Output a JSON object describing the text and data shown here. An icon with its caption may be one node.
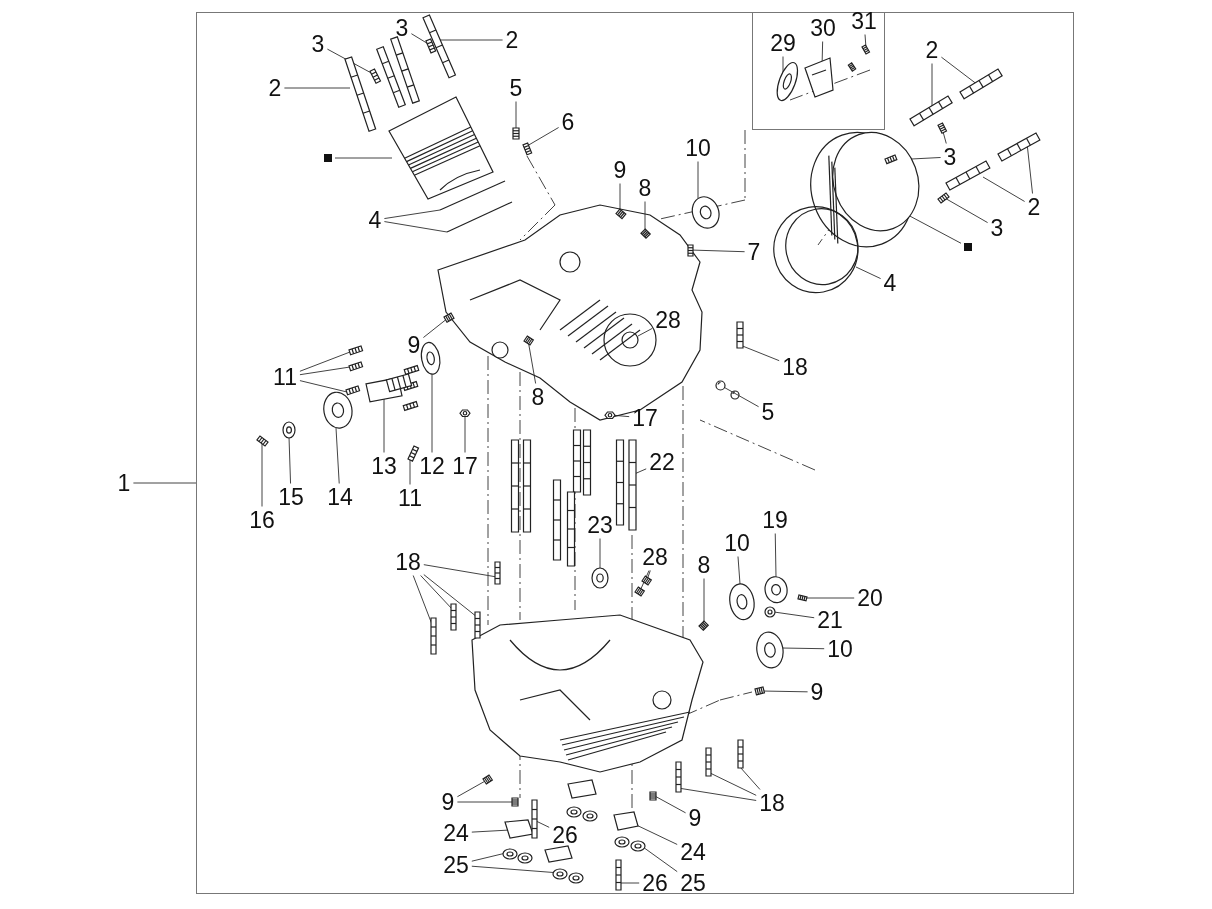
{
  "diagram": {
    "nodes": [
      {
        "text": [],
        "shape": "box"
      },
      {
        "text": [],
        "shape": "box",
        "in": 0
      },
      {
        "text": [],
        "shape": "picture",
        "in": 0
      },
      {
        "text": [],
        "shape": "picture",
        "in": 0
      },
      {
        "text": [
          "3"
        ],
        "in": 0
      },
      {
        "text": [
          "2"
        ],
        "in": 0
      },
      {
        "text": [
          "29"
        ],
        "in": 1
      },
      {
        "text": [
          "30"
        ],
        "in": 1
      },
      {
        "text": [
          "31"
        ],
        "in": 1
      },
      {
        "text": [
          "2"
        ],
        "in": 0
      },
      {
        "text": [
          "2"
        ],
        "in": 0
      },
      {
        "text": [
          "5"
        ],
        "in": 0
      },
      {
        "text": [
          "6"
        ],
        "in": 0
      },
      {
        "text": [
          "10"
        ],
        "in": 0
      },
      {
        "text": [],
        "shape": "square",
        "in": 0
      },
      {
        "text": [
          "3"
        ],
        "in": 0
      },
      {
        "text": [
          "9"
        ],
        "in": 0
      },
      {
        "text": [
          "8"
        ],
        "in": 0
      },
      {
        "text": [
          "2"
        ],
        "in": 0
      },
      {
        "text": [
          "4"
        ],
        "in": 0
      },
      {
        "text": [
          "3"
        ],
        "in": 0
      },
      {
        "text": [],
        "shape": "square",
        "in": 0
      },
      {
        "text": [
          "7"
        ],
        "in": 0
      },
      {
        "text": [
          "4"
        ],
        "in": 0
      },
      {
        "text": [
          "28"
        ],
        "in": 2
      },
      {
        "text": [
          "9"
        ],
        "in": 0
      },
      {
        "text": [
          "18"
        ],
        "in": 0
      },
      {
        "text": [
          "11"
        ],
        "in": 0
      },
      {
        "text": [
          "8"
        ],
        "in": 2
      },
      {
        "text": [
          "5"
        ],
        "in": 0
      },
      {
        "text": [
          "17"
        ],
        "in": 0
      },
      {
        "text": [
          "22"
        ],
        "in": 0
      },
      {
        "text": [
          "13"
        ],
        "in": 0
      },
      {
        "text": [
          "12"
        ],
        "in": 0
      },
      {
        "text": [
          "17"
        ],
        "in": 0
      },
      {
        "text": [
          "14"
        ],
        "in": 0
      },
      {
        "text": [
          "15"
        ],
        "in": 0
      },
      {
        "text": [
          "11"
        ],
        "in": 0
      },
      {
        "text": [
          "16"
        ],
        "in": 0
      },
      {
        "text": [
          "19"
        ],
        "in": 0
      },
      {
        "text": [
          "23"
        ],
        "in": 0
      },
      {
        "text": [
          "10"
        ],
        "in": 0
      },
      {
        "text": [
          "28"
        ],
        "in": 0
      },
      {
        "text": [
          "18"
        ],
        "in": 0
      },
      {
        "text": [
          "8"
        ],
        "in": 0
      },
      {
        "text": [
          "20"
        ],
        "in": 0
      },
      {
        "text": [
          "21"
        ],
        "in": 0
      },
      {
        "text": [
          "10"
        ],
        "in": 0
      },
      {
        "text": [
          "9"
        ],
        "in": 0
      },
      {
        "text": [
          "18"
        ],
        "in": 0
      },
      {
        "text": [
          "9"
        ],
        "in": 0
      },
      {
        "text": [
          "9"
        ],
        "in": 0
      },
      {
        "text": [
          "24"
        ],
        "in": 0
      },
      {
        "text": [
          "26"
        ],
        "in": 0
      },
      {
        "text": [
          "24"
        ],
        "in": 0
      },
      {
        "text": [
          "25"
        ],
        "in": 0
      },
      {
        "text": [
          "26"
        ],
        "in": 0
      },
      {
        "text": [
          "25"
        ],
        "in": 0
      },
      {
        "text": [],
        "shape": "picture",
        "in": 0
      },
      {
        "text": [],
        "shape": "picture",
        "in": 0
      },
      {
        "text": [],
        "shape": "picture",
        "in": 0
      },
      {
        "text": [],
        "shape": "picture",
        "in": 1
      },
      {
        "text": [],
        "shape": "picture",
        "in": 1
      },
      {
        "text": [],
        "shape": "picture",
        "in": 1
      },
      {
        "text": [],
        "shape": "picture",
        "in": 0
      },
      {
        "text": [],
        "shape": "picture",
        "in": 0
      },
      {
        "text": [],
        "shape": "picture",
        "in": 0
      },
      {
        "text": [],
        "shape": "picture",
        "in": 0
      },
      {
        "text": [],
        "shape": "picture",
        "in": 0
      },
      {
        "text": [],
        "shape": "picture",
        "in": 0
      },
      {
        "text": [],
        "shape": "picture",
        "in": 0
      },
      {
        "text": [],
        "shape": "picture",
        "in": 3
      },
      {
        "text": [],
        "shape": "picture",
        "in": 0
      },
      {
        "text": [],
        "shape": "picture",
        "in": 2
      },
      {
        "text": [],
        "shape": "picture",
        "in": 2
      },
      {
        "text": [],
        "shape": "picture",
        "in": 0
      },
      {
        "text": [],
        "shape": "picture",
        "in": 0
      },
      {
        "text": [],
        "shape": "picture",
        "in": 0
      },
      {
        "text": [],
        "shape": "picture",
        "in": 0
      },
      {
        "text": [],
        "shape": "picture",
        "in": 0
      },
      {
        "text": [
          "3"
        ],
        "in": 0
      },
      {
        "text": [],
        "shape": "picture",
        "in": 2
      },
      {
        "text": [],
        "shape": "picture",
        "in": 0
      },
      {
        "text": [
          "1"
        ]
      },
      {
        "text": [],
        "shape": "picture",
        "in": 2
      },
      {
        "text": [],
        "shape": "picture",
        "in": 0
      },
      {
        "text": [],
        "shape": "picture",
        "in": 0
      },
      {
        "text": [],
        "shape": "picture",
        "in": 0
      },
      {
        "text": [],
        "shape": "picture",
        "in": 0
      },
      {
        "text": [],
        "shape": "picture",
        "in": 2
      },
      {
        "text": [],
        "shape": "picture",
        "in": 0
      },
      {
        "text": [],
        "shape": "picture",
        "in": 2
      },
      {
        "text": [],
        "shape": "picture",
        "in": 0
      },
      {
        "text": [],
        "shape": "picture",
        "in": 0
      },
      {
        "text": [],
        "shape": "picture",
        "in": 0
      },
      {
        "text": [],
        "shape": "picture",
        "in": 0
      },
      {
        "text": [],
        "shape": "picture",
        "in": 0
      },
      {
        "text": [],
        "shape": "picture",
        "in": 0
      },
      {
        "text": [],
        "shape": "picture",
        "in": 0
      },
      {
        "text": [],
        "shape": "picture",
        "in": 0
      },
      {
        "text": [],
        "shape": "picture",
        "in": 0
      },
      {
        "text": [],
        "shape": "picture",
        "in": 0
      },
      {
        "text": [],
        "shape": "picture",
        "in": 0
      },
      {
        "text": [],
        "shape": "picture",
        "in": 0
      },
      {
        "text": [],
        "shape": "picture",
        "in": 0
      },
      {
        "text": [],
        "shape": "picture",
        "in": 0
      },
      {
        "text": [],
        "shape": "picture",
        "in": 0
      },
      {
        "text": [],
        "shape": "picture",
        "in": 0
      },
      {
        "text": [],
        "shape": "picture",
        "in": 0
      },
      {
        "text": [],
        "shape": "picture",
        "in": 0
      },
      {
        "text": [],
        "shape": "picture",
        "in": 0
      },
      {
        "text": [],
        "shape": "picture",
        "in": 0
      },
      {
        "text": [],
        "shape": "picture",
        "in": 0
      },
      {
        "text": [],
        "shape": "picture",
        "in": 0
      },
      {
        "text": [],
        "shape": "picture",
        "in": 0
      },
      {
        "text": [],
        "shape": "picture",
        "in": 0
      },
      {
        "text": [],
        "shape": "picture",
        "in": 0
      },
      {
        "text": [],
        "shape": "picture",
        "in": 0
      },
      {
        "text": [],
        "shape": "picture",
        "in": 0
      },
      {
        "text": [],
        "shape": "picture",
        "in": 0
      },
      {
        "text": [],
        "shape": "picture",
        "in": 0
      },
      {
        "text": [],
        "shape": "picture",
        "in": 0
      },
      {
        "text": [],
        "shape": "picture",
        "in": 0
      },
      {
        "text": [],
        "shape": "picture",
        "in": 0
      },
      {
        "text": [],
        "shape": "picture",
        "in": 0
      },
      {
        "text": [],
        "shape": "picture",
        "in": 0
      },
      {
        "text": [],
        "shape": "picture",
        "in": 0
      },
      {
        "text": [],
        "shape": "picture",
        "in": 0
      }
    ],
    "edges": [
      {
        "from": 83,
        "to": 0,
        "arrow": "none"
      },
      {
        "from": 80,
        "to": 58,
        "arrow": "none"
      },
      {
        "from": 4,
        "to": 59,
        "arrow": "none"
      },
      {
        "from": 5,
        "to": 60,
        "arrow": "none"
      },
      {
        "from": 6,
        "to": 61,
        "arrow": "none"
      },
      {
        "from": 7,
        "to": 62,
        "arrow": "none"
      },
      {
        "from": 8,
        "to": 63,
        "arrow": "none"
      },
      {
        "from": 9,
        "to": 64,
        "arrow": "none"
      },
      {
        "from": 9,
        "to": 65,
        "arrow": "none"
      },
      {
        "from": 10,
        "to": 66,
        "arrow": "none"
      },
      {
        "from": 11,
        "to": 67,
        "arrow": "none"
      },
      {
        "from": 12,
        "to": 68,
        "arrow": "none"
      },
      {
        "from": 13,
        "to": 69,
        "arrow": "none"
      },
      {
        "from": 14,
        "to": 70,
        "arrow": "none"
      },
      {
        "from": 15,
        "to": 71,
        "arrow": "none"
      },
      {
        "from": 15,
        "to": 72,
        "arrow": "none"
      },
      {
        "from": 16,
        "to": 73,
        "arrow": "none"
      },
      {
        "from": 17,
        "to": 74,
        "arrow": "none"
      },
      {
        "from": 18,
        "to": 75,
        "arrow": "none"
      },
      {
        "from": 18,
        "to": 76,
        "arrow": "none"
      },
      {
        "from": 19,
        "to": 77,
        "arrow": "none"
      },
      {
        "from": 19,
        "to": 78,
        "arrow": "none"
      },
      {
        "from": 20,
        "to": 79,
        "arrow": "none"
      },
      {
        "from": 21,
        "to": 3,
        "arrow": "none"
      },
      {
        "from": 22,
        "to": 81,
        "arrow": "none"
      },
      {
        "from": 23,
        "to": 82,
        "arrow": "none"
      },
      {
        "from": 24,
        "to": 2,
        "arrow": "none"
      },
      {
        "from": 25,
        "to": 84,
        "arrow": "none"
      },
      {
        "from": 26,
        "to": 85,
        "arrow": "none"
      },
      {
        "from": 27,
        "to": 86,
        "arrow": "none"
      },
      {
        "from": 27,
        "to": 87,
        "arrow": "none"
      },
      {
        "from": 27,
        "to": 88,
        "arrow": "none"
      },
      {
        "from": 28,
        "to": 89,
        "arrow": "none"
      },
      {
        "from": 29,
        "to": 90,
        "arrow": "none"
      },
      {
        "from": 30,
        "to": 91,
        "arrow": "none"
      },
      {
        "from": 31,
        "to": 92,
        "arrow": "none"
      },
      {
        "from": 32,
        "to": 93,
        "arrow": "none"
      },
      {
        "from": 33,
        "to": 94,
        "arrow": "none"
      },
      {
        "from": 34,
        "to": 95,
        "arrow": "none"
      },
      {
        "from": 35,
        "to": 96,
        "arrow": "none"
      },
      {
        "from": 36,
        "to": 97,
        "arrow": "none"
      },
      {
        "from": 37,
        "to": 98,
        "arrow": "none"
      },
      {
        "from": 38,
        "to": 99,
        "arrow": "none"
      },
      {
        "from": 39,
        "to": 100,
        "arrow": "none"
      },
      {
        "from": 40,
        "to": 101,
        "arrow": "none"
      },
      {
        "from": 41,
        "to": 102,
        "arrow": "none"
      },
      {
        "from": 42,
        "to": 126,
        "arrow": "none"
      },
      {
        "from": 42,
        "to": 127,
        "arrow": "none"
      },
      {
        "from": 43,
        "to": 104,
        "arrow": "none"
      },
      {
        "from": 43,
        "to": 105,
        "arrow": "none"
      },
      {
        "from": 43,
        "to": 106,
        "arrow": "none"
      },
      {
        "from": 43,
        "to": 107,
        "arrow": "none"
      },
      {
        "from": 44,
        "to": 108,
        "arrow": "none"
      },
      {
        "from": 45,
        "to": 109,
        "arrow": "none"
      },
      {
        "from": 46,
        "to": 110,
        "arrow": "none"
      },
      {
        "from": 47,
        "to": 111,
        "arrow": "none"
      },
      {
        "from": 48,
        "to": 112,
        "arrow": "none"
      },
      {
        "from": 49,
        "to": 113,
        "arrow": "none"
      },
      {
        "from": 49,
        "to": 114,
        "arrow": "none"
      },
      {
        "from": 49,
        "to": 115,
        "arrow": "none"
      },
      {
        "from": 50,
        "to": 116,
        "arrow": "none"
      },
      {
        "from": 51,
        "to": 117,
        "arrow": "none"
      },
      {
        "from": 51,
        "to": 118,
        "arrow": "none"
      },
      {
        "from": 52,
        "to": 119,
        "arrow": "none"
      },
      {
        "from": 53,
        "to": 120,
        "arrow": "none"
      },
      {
        "from": 54,
        "to": 121,
        "arrow": "none"
      },
      {
        "from": 55,
        "to": 122,
        "arrow": "none"
      },
      {
        "from": 55,
        "to": 123,
        "arrow": "none"
      },
      {
        "from": 56,
        "to": 124,
        "arrow": "none"
      },
      {
        "from": 57,
        "to": 125,
        "arrow": "none"
      }
    ]
  }
}
